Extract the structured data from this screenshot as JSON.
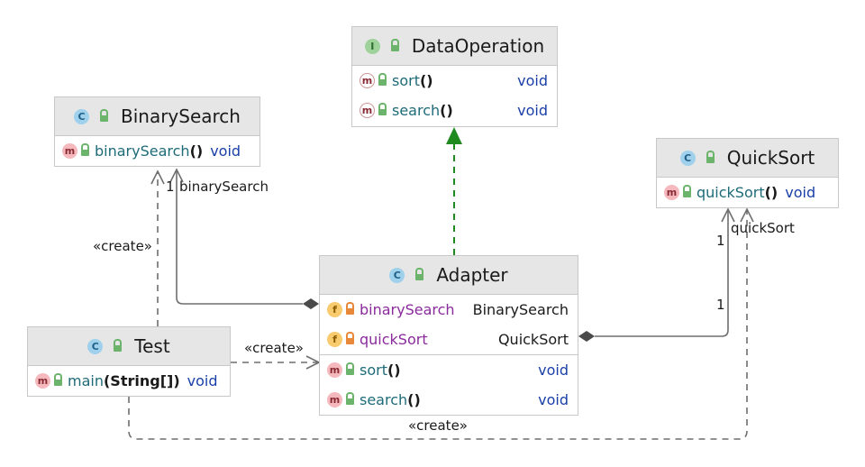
{
  "classes": {
    "data_operation": {
      "kind_icon": "I",
      "name": "DataOperation",
      "methods": [
        {
          "icon": "m",
          "name": "sort",
          "parens": "()",
          "type": "void"
        },
        {
          "icon": "m",
          "name": "search",
          "parens": "()",
          "type": "void"
        }
      ]
    },
    "binary_search": {
      "kind_icon": "C",
      "name": "BinarySearch",
      "methods": [
        {
          "icon": "m",
          "name": "binarySearch",
          "parens": "()",
          "type": "void"
        }
      ]
    },
    "quick_sort": {
      "kind_icon": "C",
      "name": "QuickSort",
      "methods": [
        {
          "icon": "m",
          "name": "quickSort",
          "parens": "()",
          "type": "void"
        }
      ]
    },
    "adapter": {
      "kind_icon": "C",
      "name": "Adapter",
      "fields": [
        {
          "icon": "f",
          "name": "binarySearch",
          "type": "BinarySearch"
        },
        {
          "icon": "f",
          "name": "quickSort",
          "type": "QuickSort"
        }
      ],
      "methods": [
        {
          "icon": "m",
          "name": "sort",
          "parens": "()",
          "type": "void"
        },
        {
          "icon": "m",
          "name": "search",
          "parens": "()",
          "type": "void"
        }
      ]
    },
    "test": {
      "kind_icon": "C",
      "name": "Test",
      "methods": [
        {
          "icon": "m",
          "name": "main",
          "parens": "(String[])",
          "type": "void"
        }
      ]
    }
  },
  "relations": {
    "binary_search_multiplicity": "1",
    "binary_search_role": "binarySearch",
    "quick_sort_multiplicity_top": "1",
    "quick_sort_multiplicity_bottom": "1",
    "quick_sort_role": "quickSort",
    "create_test_binary": "«create»",
    "create_test_adapter": "«create»",
    "create_test_quick": "«create»"
  },
  "colors": {
    "realization_arrow": "#1f8a1f",
    "connector": "#6e6e6e"
  }
}
